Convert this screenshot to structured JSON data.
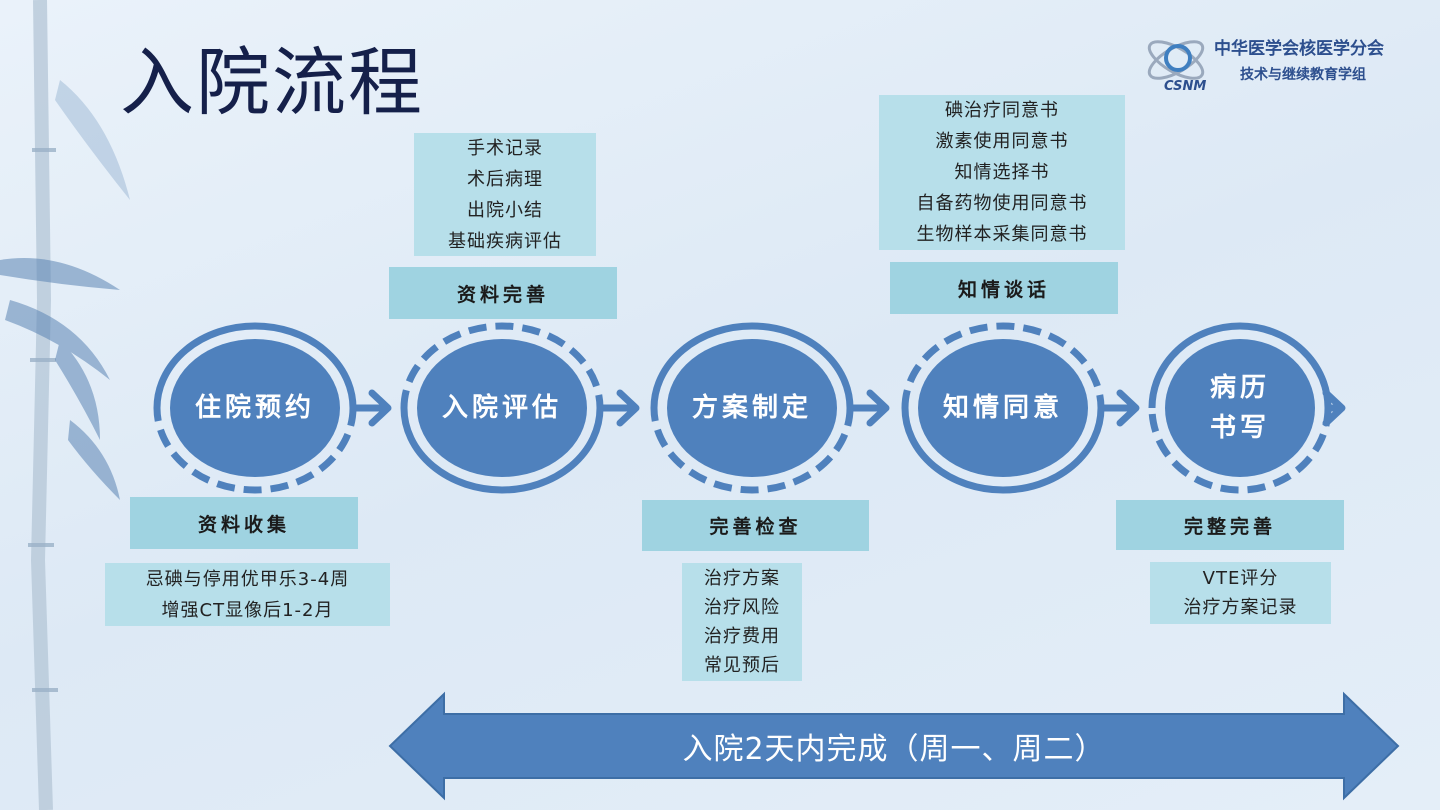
{
  "title": "入院流程",
  "logo": {
    "line1": "中华医学会核医学分会",
    "line2": "技术与继续教育学组",
    "mark": "CSNM"
  },
  "colors": {
    "node": "#4f81bd",
    "box": "#b7dfea",
    "label": "#9fd3e1",
    "title": "#15204a"
  },
  "nodes": [
    {
      "label": "住院预约",
      "box_label": "资料收集",
      "items": [
        "忌碘与停用优甲乐3-4周",
        "增强CT显像后1-2月"
      ]
    },
    {
      "label": "入院评估",
      "box_label": "资料完善",
      "items": [
        "手术记录",
        "术后病理",
        "出院小结",
        "基础疾病评估"
      ]
    },
    {
      "label": "方案制定",
      "box_label": "完善检查",
      "items": [
        "治疗方案",
        "治疗风险",
        "治疗费用",
        "常见预后"
      ]
    },
    {
      "label": "知情同意",
      "box_label": "知情谈话",
      "items": [
        "碘治疗同意书",
        "激素使用同意书",
        "知情选择书",
        "自备药物使用同意书",
        "生物样本采集同意书"
      ]
    },
    {
      "label_lines": [
        "病历",
        "书写"
      ],
      "box_label": "完整完善",
      "items": [
        "VTE评分",
        "治疗方案记录"
      ]
    }
  ],
  "timeline": "入院2天内完成（周一、周二）"
}
